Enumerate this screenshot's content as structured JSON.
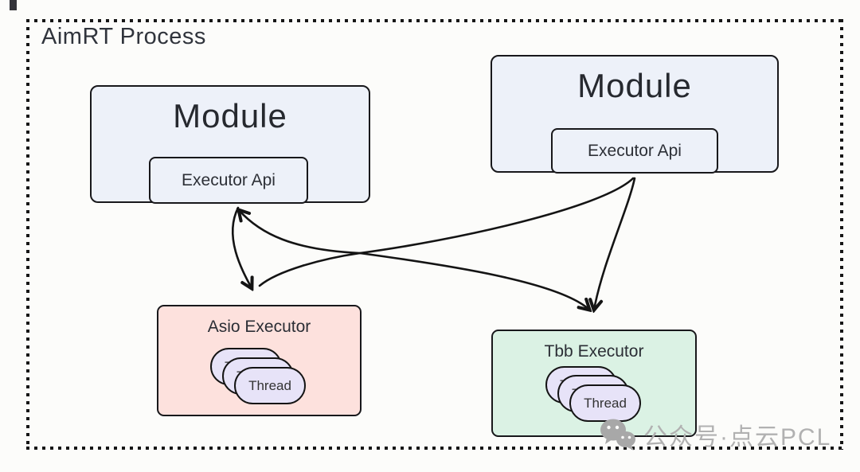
{
  "diagram": {
    "title": "AimRT Process",
    "modules": [
      {
        "label": "Module",
        "api": "Executor Api"
      },
      {
        "label": "Module",
        "api": "Executor Api"
      }
    ],
    "executors": [
      {
        "label": "Asio Executor",
        "thread": "Thread"
      },
      {
        "label": "Tbb Executor",
        "thread": "Thread"
      }
    ],
    "connections": [
      {
        "from": "executor-api-left",
        "to": "asio-executor",
        "style": "curved-arrow"
      },
      {
        "from": "executor-api-right",
        "to": "tbb-executor",
        "style": "curved-arrow"
      },
      {
        "from": "executor-api-right",
        "to": "asio-executor",
        "style": "long-crossing-curve"
      },
      {
        "between": [
          "executor-api-left",
          "tbb-executor"
        ],
        "style": "long-crossing-curve",
        "arrowheads": "both-ends"
      }
    ],
    "colors": {
      "module_fill": "#edf1f9",
      "asio_fill": "#fde1dd",
      "tbb_fill": "#dbf2e4",
      "thread_fill": "#e7e3f8",
      "stroke": "#18181b",
      "watermark": "#b1b1b1"
    },
    "watermark": {
      "icon": "wechat-icon",
      "text": "公众号·点云PCL"
    }
  }
}
